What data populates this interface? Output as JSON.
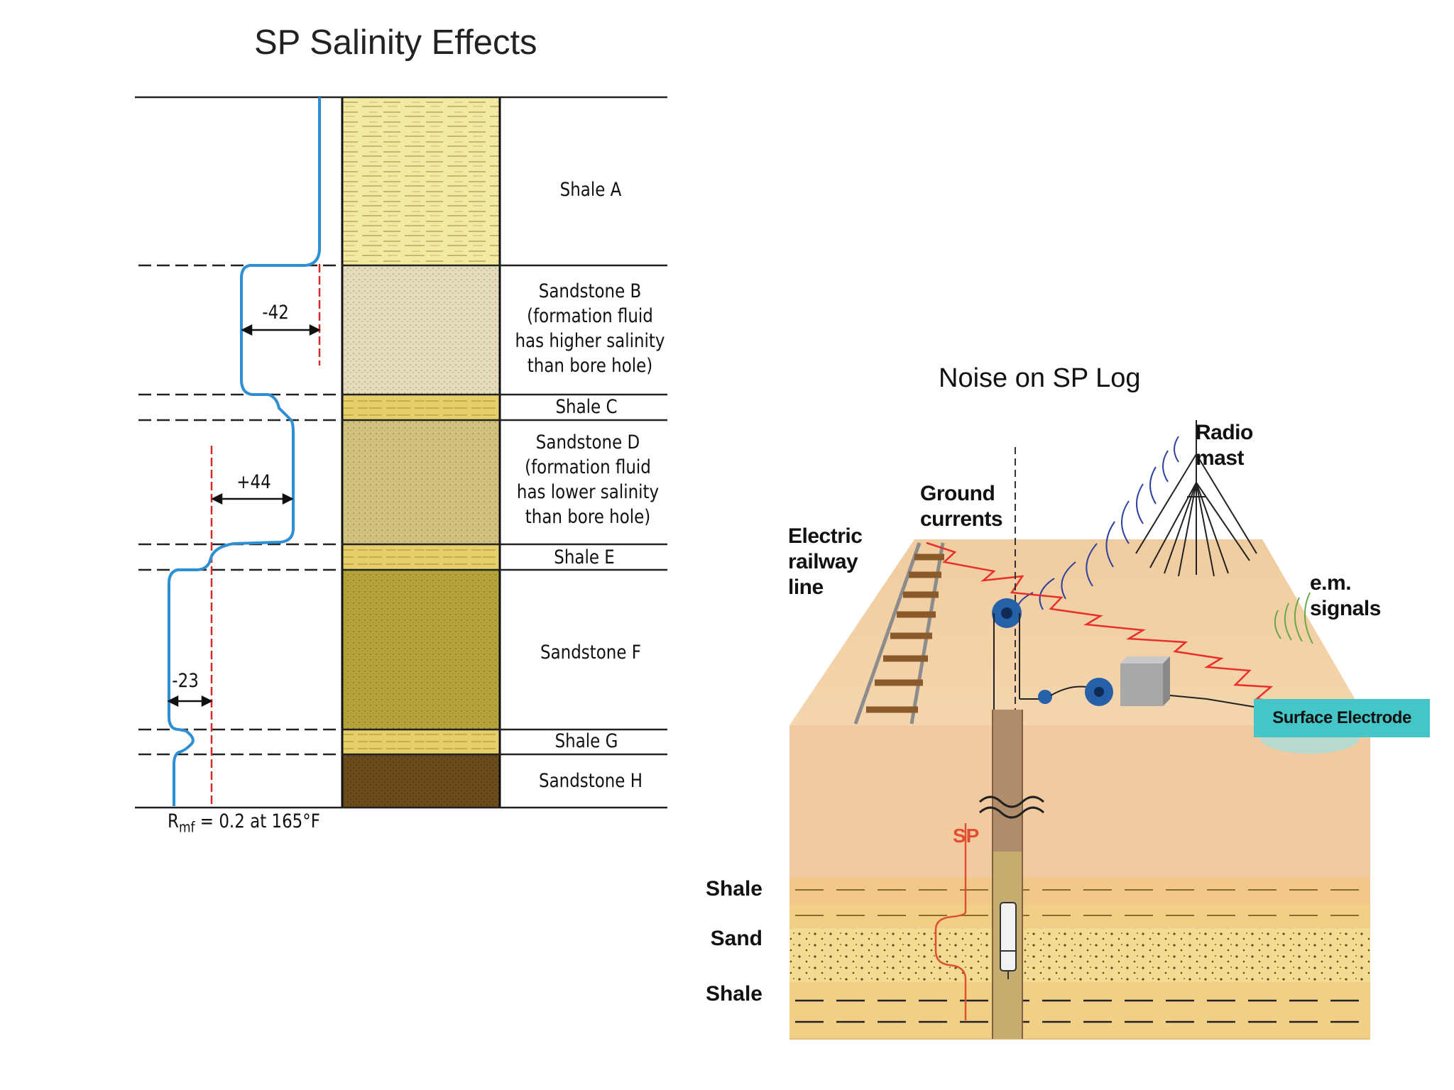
{
  "left_figure": {
    "title": "SP Salinity Effects",
    "layers": [
      {
        "label": "Shale A"
      },
      {
        "label": "Sandstone B\n(formation fluid\nhas higher salinity\nthan bore hole)"
      },
      {
        "label": "Shale C"
      },
      {
        "label": "Sandstone D\n(formation fluid\nhas lower salinity\nthan bore hole)"
      },
      {
        "label": "Shale E"
      },
      {
        "label": "Sandstone F"
      },
      {
        "label": "Shale G"
      },
      {
        "label": "Sandstone H"
      }
    ],
    "deflections": [
      "-42",
      "+44",
      "-23"
    ],
    "rmf_symbol": "R",
    "rmf_subscript": "mf",
    "rmf_note": "= 0.2 at 165°F",
    "colors": {
      "sp_curve": "#2d8fd4",
      "shale_baseline": "#d42a2a"
    }
  },
  "right_figure": {
    "title": "Noise on SP Log",
    "labels": {
      "radio_mast": "Radio\nmast",
      "ground_currents": "Ground\ncurrents",
      "railway": "Electric\nrailway\nline",
      "em_signals": "e.m.\nsignals",
      "surface_electrode": "Surface Electrode",
      "sp": "SP"
    },
    "strata": [
      "Shale",
      "Sand",
      "Shale"
    ],
    "colors": {
      "ground_current": "#e8302a",
      "em_waves": "#3040a0",
      "electrode": "#44c6c8"
    }
  }
}
